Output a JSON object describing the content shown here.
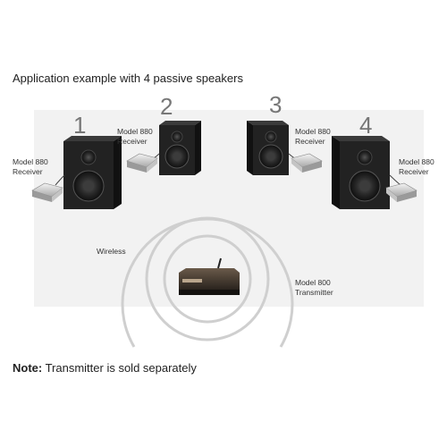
{
  "heading": "Application example with 4 passive speakers",
  "speakers": [
    {
      "number": "1",
      "receiver_model": "Model 880",
      "receiver_label": "Receiver"
    },
    {
      "number": "2",
      "receiver_model": "Model 880",
      "receiver_label": "Receiver"
    },
    {
      "number": "3",
      "receiver_model": "Model 880",
      "receiver_label": "Receiver"
    },
    {
      "number": "4",
      "receiver_model": "Model 880",
      "receiver_label": "Receiver"
    }
  ],
  "wireless_label": "Wireless",
  "transmitter": {
    "model": "Model 800",
    "label": "Transmitter"
  },
  "note": {
    "label": "Note:",
    "text": " Transmitter is sold separately"
  },
  "colors": {
    "panel": "#f2f2f2",
    "speaker_body": "#1b1b1b",
    "wave_rings": "#cfcfcf",
    "numbers": "#777777"
  }
}
